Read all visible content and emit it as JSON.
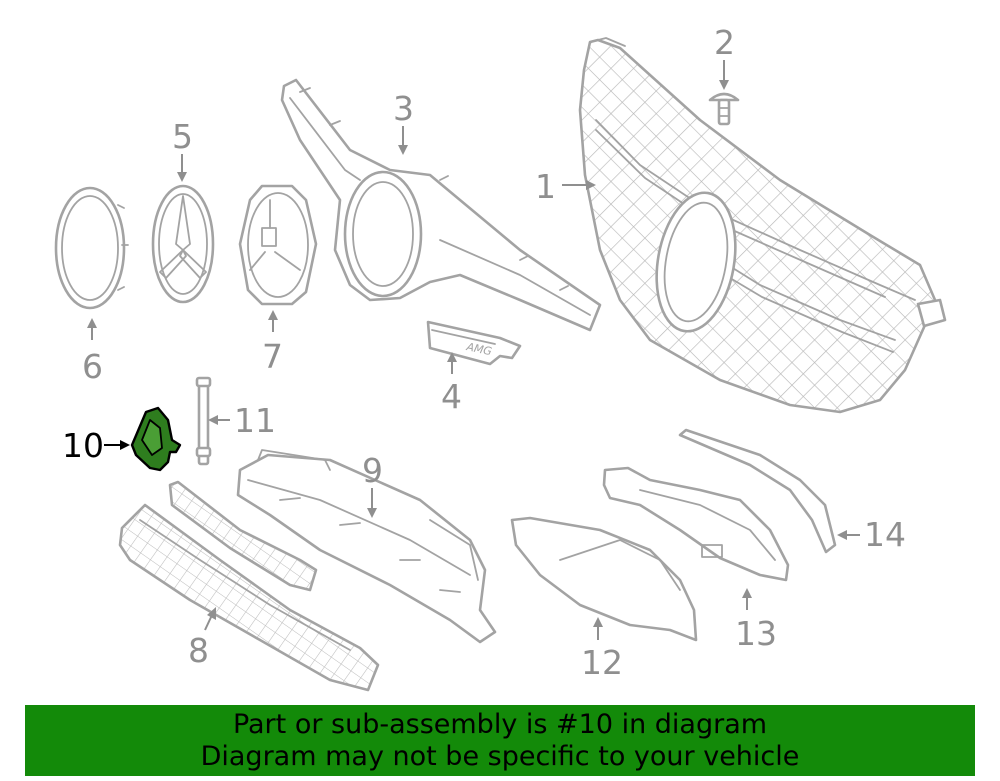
{
  "callouts": {
    "c1": "1",
    "c2": "2",
    "c3": "3",
    "c4": "4",
    "c5": "5",
    "c6": "6",
    "c7": "7",
    "c8": "8",
    "c9": "9",
    "c10": "10",
    "c11": "11",
    "c12": "12",
    "c13": "13",
    "c14": "14"
  },
  "highlight": {
    "part": "10",
    "color": "#2e7d1e"
  },
  "emblem_text": "AMG",
  "banner": {
    "line1": "Part or sub-assembly is #10 in diagram",
    "line2": "Diagram may not be specific to your vehicle",
    "background": "#138a09"
  }
}
